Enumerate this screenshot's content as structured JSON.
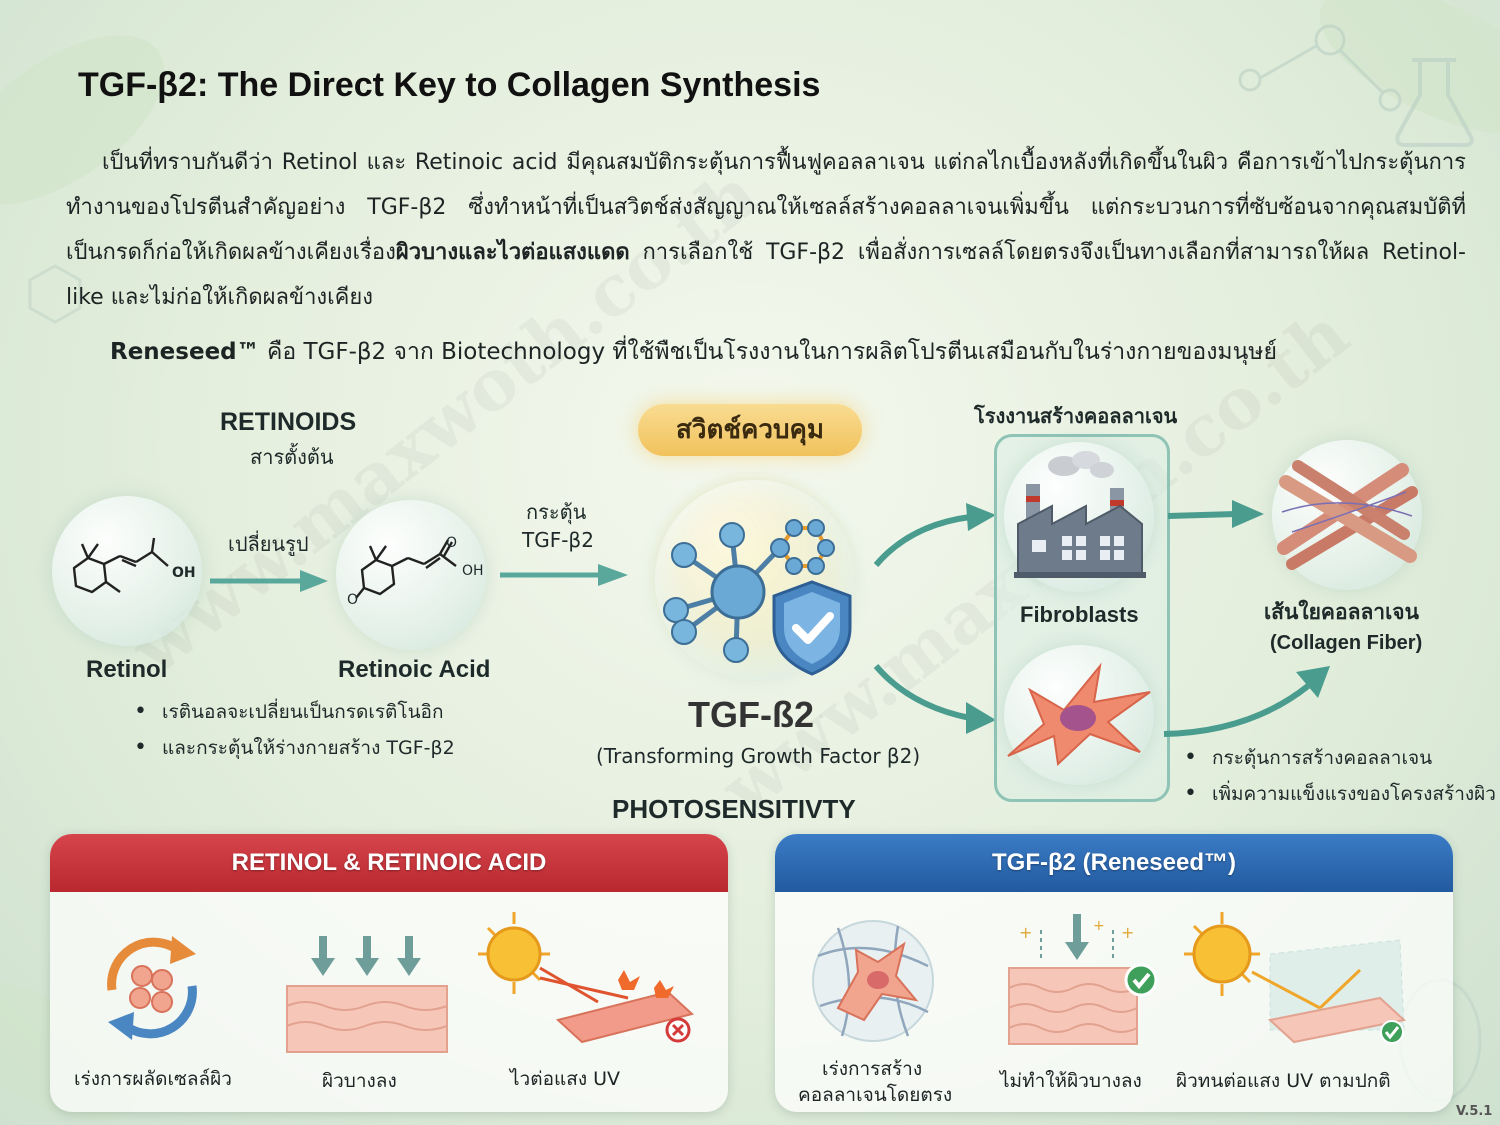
{
  "title": "TGF-β2: The Direct Key to Collagen Synthesis",
  "intro": {
    "line1": "เป็นที่ทราบกันดีว่า Retinol และ Retinoic acid มีคุณสมบัติกระตุ้นการฟื้นฟูคอลลาเจน แต่กลไกเบื้องหลังที่เกิดขึ้นในผิว คือการเข้าไปกระตุ้นการทำงานของโปรตีนสำคัญอย่าง TGF-β2 ซึ่งทำหน้าที่เป็นสวิตช์ส่งสัญญาณให้เซลล์สร้างคอลลาเจนเพิ่มขึ้น แต่กระบวนการที่ซับซ้อนจากคุณสมบัติที่เป็นกรดก็ก่อให้เกิดผลข้างเคียงเรื่อง",
    "emphasis": "ผิวบางและไวต่อแสงแดด",
    "line2": " การเลือกใช้ TGF-β2 เพื่อสั่งการเซลล์โดยตรงจึงเป็นทางเลือกที่สามารถให้ผล Retinol-like และไม่ก่อให้เกิดผลข้างเคียง"
  },
  "reneseed": {
    "brand": "Reneseed™",
    "text": " คือ TGF-β2 จาก Biotechnology ที่ใช้พืชเป็นโรงงานในการผลิตโปรตีนเสมือนกับในร่างกายของมนุษย์"
  },
  "retinoids": {
    "heading": "RETINOIDS",
    "subheading": "สารตั้งต้น",
    "convert_label": "เปลี่ยนรูป",
    "stimulate_label_1": "กระตุ้น",
    "stimulate_label_2": "TGF-β2",
    "retinol": "Retinol",
    "retinoic_acid": "Retinoic Acid",
    "oh_1": "OH",
    "oh_2": "OH",
    "o_1": "O",
    "o_2": "O",
    "bullets": [
      "เรตินอลจะเปลี่ยนเป็นกรดเรติโนอิก",
      "และกระตุ้นให้ร่างกายสร้าง TGF-β2"
    ]
  },
  "switch": {
    "pill": "สวิตช์ควบคุม",
    "name": "TGF-ß2",
    "fullname": "(Transforming Growth Factor β2)"
  },
  "factory": {
    "heading": "โรงงานสร้างคอลลาเจน",
    "fibroblasts": "Fibroblasts"
  },
  "collagen": {
    "label_th": "เส้นใยคอลลาเจน",
    "label_en": "(Collagen Fiber)",
    "bullets": [
      "กระตุ้นการสร้างคอลลาเจน",
      "เพิ่มความแข็งแรงของโครงสร้างผิว"
    ]
  },
  "photosensitivity": "PHOTOSENSITIVTY",
  "panel_left": {
    "header": "RETINOL & RETINOIC ACID",
    "color": "#c8333a",
    "items": [
      "เร่งการผลัดเซลล์ผิว",
      "ผิวบางลง",
      "ไวต่อแสง UV"
    ]
  },
  "panel_right": {
    "header": "TGF-β2 (Reneseed™)",
    "color": "#2f6db8",
    "item1_line1": "เร่งการสร้าง",
    "item1_line2": "คอลลาเจนโดยตรง",
    "item2": "ไม่ทำให้ผิวบางลง",
    "item3": "ผิวทนต่อแสง UV ตามปกติ"
  },
  "watermark": "www.maxwoth.co.th",
  "version": "V.5.1"
}
